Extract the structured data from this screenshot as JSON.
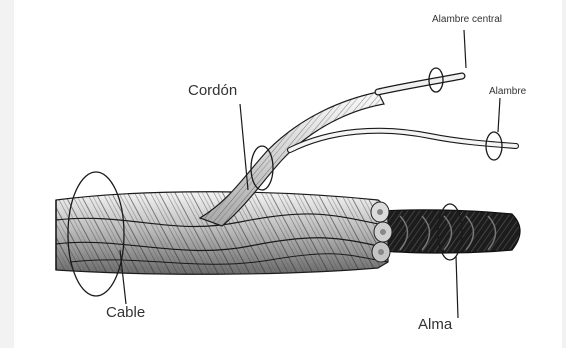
{
  "labels": {
    "alambre_central": "Alambre central",
    "alambre": "Alambre",
    "cordon": "Cordón",
    "cable": "Cable",
    "alma": "Alma"
  },
  "colors": {
    "background": "#f2f2f2",
    "panel": "#ffffff",
    "ink": "#1a1a1a",
    "steel_light": "#e6e6e6",
    "steel_mid": "#9a9a9a",
    "core_dark": "#222222"
  }
}
